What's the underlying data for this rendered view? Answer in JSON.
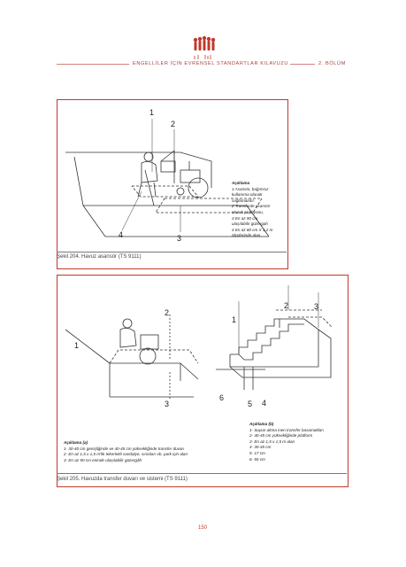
{
  "header": {
    "title": "ENGELLİLER İÇİN EVRENSEL STANDARTLAR KILAVUZU",
    "section": "2. BÖLÜM"
  },
  "figure204": {
    "callouts": [
      "1",
      "2",
      "4",
      "3"
    ],
    "explanation": {
      "title": "Açıklama",
      "lines": [
        "1 Asansör, bağımsız",
        "kullanıma olanak",
        "sağlamalıdır.",
        "2 Transferde asansör",
        "oturak pozisyonu,",
        "3 En az 90 cm",
        "ulaşılabilir güzergah",
        "4 En az 80 cm X 1,2 m",
        "ölçülerinde alan."
      ]
    },
    "caption": "Şekil 204. Havuz asansör (TS 9111)"
  },
  "figure205": {
    "callouts": [
      "2",
      "1",
      "2",
      "3",
      "1",
      "3",
      "6",
      "5",
      "4"
    ],
    "explanation_a": {
      "title": "Açıklama (a)",
      "lines": [
        "1- 30-40 cm genişliğinde ve 40-45 cm yüksekliğinde transfer duvarı",
        "2- En az 1,5 x 1,5 m'lik tekerlekli sandalye, sırasları vb. park için alan",
        "3- En az 90 cm eninde ulaşılabilir güzergâh"
      ]
    },
    "explanation_b": {
      "title": "Açıklama (b)",
      "lines": [
        "1- Suyun altına inen transfer basamakları",
        "2- 40-45 cm yüksekliğinde platform",
        "3- En az 1,5 x 1,5 m alan",
        "4- 30-45 cm",
        "5- 17 cm",
        "6- 55 cm"
      ]
    },
    "caption": "Şekil 205. Havuzda transfer duvarı ve sistemi (TS 9111)"
  },
  "page_number": "150",
  "colors": {
    "accent": "#c0392b",
    "header_text": "#a94040"
  }
}
